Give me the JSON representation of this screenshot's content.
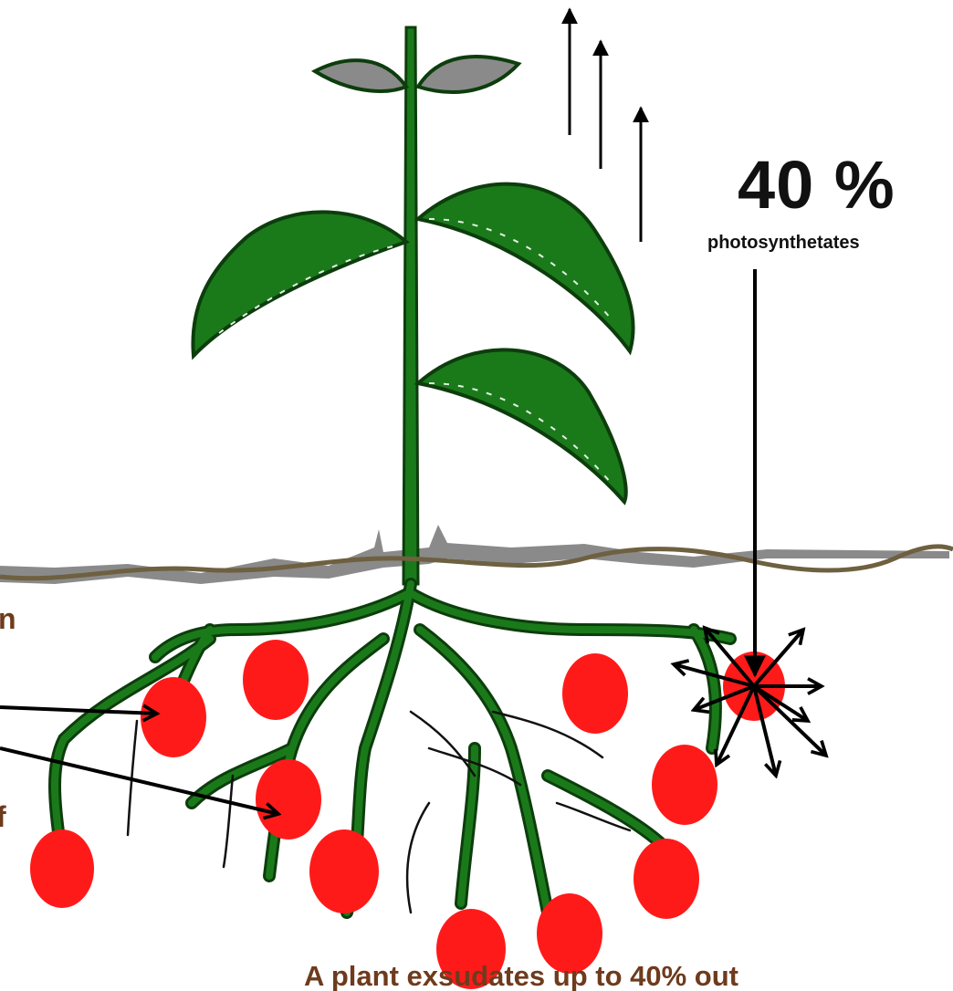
{
  "labels": {
    "percent": "40 %",
    "photosynthetates": "photosynthetates",
    "caption": "A plant exsudates up to 40% out",
    "edge_left_1": "n",
    "edge_left_2": "f"
  },
  "colors": {
    "leaf": "#1a7a1a",
    "leaf_outline": "#0d3d0d",
    "nodule": "#ff1a1a",
    "soil_line": "#6e6040",
    "soil_shadow": "#8a8a8a",
    "caption_text": "#6e3b1d",
    "arrow": "#000000"
  }
}
